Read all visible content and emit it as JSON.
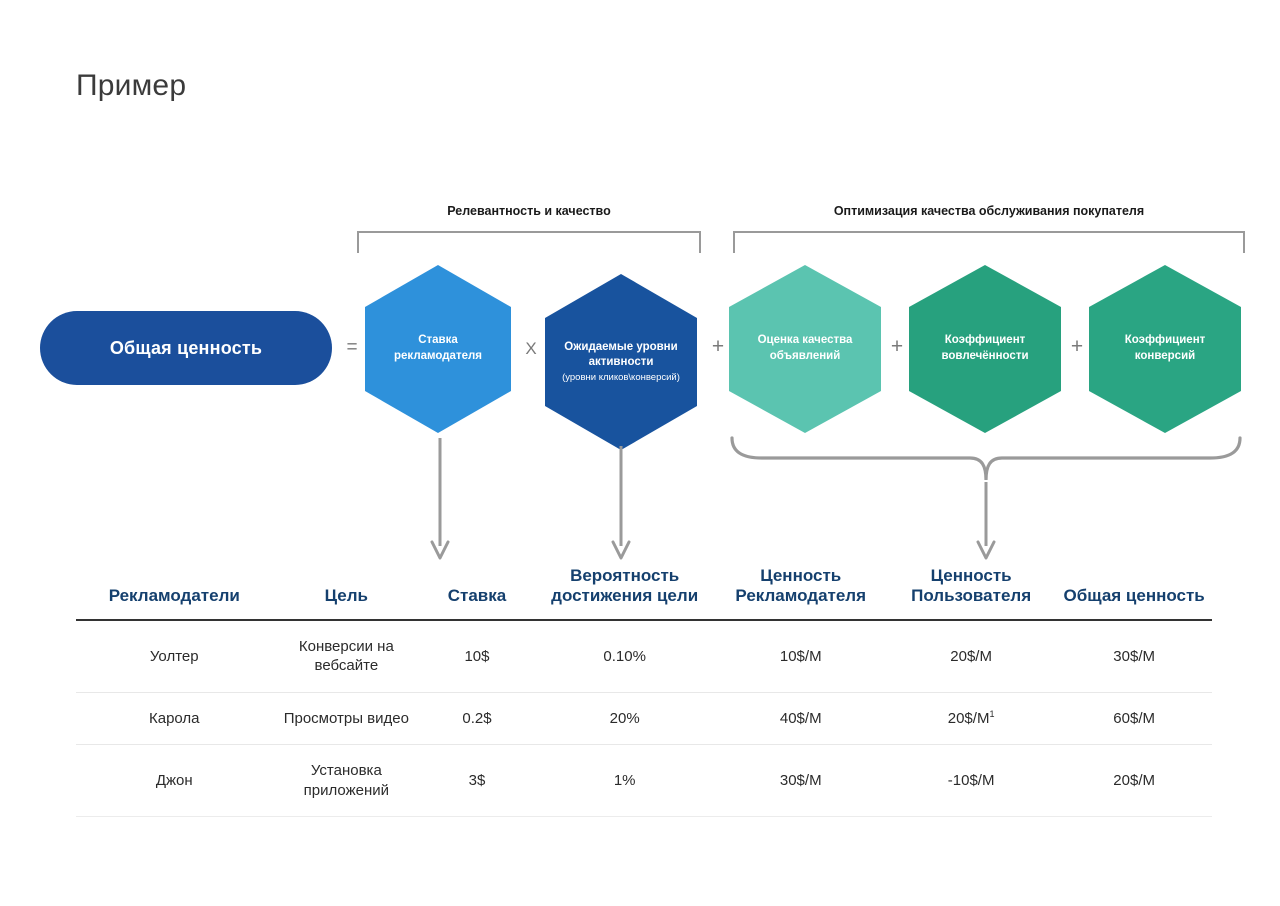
{
  "slide": {
    "title": "Пример"
  },
  "groups": {
    "left_label": "Релевантность и качество",
    "right_label": "Оптимизация качества обслуживания покупателя"
  },
  "pill": {
    "label": "Общая ценность"
  },
  "operators": {
    "equals": "=",
    "times": "X",
    "plus": "+"
  },
  "hexagons": [
    {
      "id": "bid",
      "title": "Ставка рекламодателя",
      "subtitle": "",
      "color": "#2E91DB"
    },
    {
      "id": "activity",
      "title": "Ожидаемые уровни активности",
      "subtitle": "(уровни кликов\\конверсий)",
      "color": "#18539E"
    },
    {
      "id": "adquality",
      "title": "Оценка качества объявлений",
      "subtitle": "",
      "color": "#5BC4B0"
    },
    {
      "id": "engagement",
      "title": "Коэффициент вовлечённости",
      "subtitle": "",
      "color": "#27A17E"
    },
    {
      "id": "conversion",
      "title": "Коэффициент конверсий",
      "subtitle": "",
      "color": "#2AA583"
    }
  ],
  "table": {
    "headers": [
      "Рекламодатели",
      "Цель",
      "Ставка",
      "Вероятность достижения цели",
      "Ценность Рекламодателя",
      "Ценность Пользователя",
      "Общая ценность"
    ],
    "rows": [
      {
        "advertiser": "Уолтер",
        "goal": "Конверсии на вебсайте",
        "bid": "10$",
        "probability": "0.10%",
        "advertiser_value": "10$/M",
        "user_value": "20$/M",
        "user_value_footnote": "",
        "total_value": "30$/M"
      },
      {
        "advertiser": "Карола",
        "goal": "Просмотры видео",
        "bid": "0.2$",
        "probability": "20%",
        "advertiser_value": "40$/M",
        "user_value": "20$/M",
        "user_value_footnote": "1",
        "total_value": "60$/M"
      },
      {
        "advertiser": "Джон",
        "goal": "Установка приложений",
        "bid": "3$",
        "probability": "1%",
        "advertiser_value": "30$/M",
        "user_value": "-10$/M",
        "user_value_footnote": "",
        "total_value": "20$/M"
      }
    ]
  },
  "colors": {
    "pill_blue": "#1B4F9C",
    "header_blue": "#15406E",
    "connector_gray": "#9a9a9a"
  }
}
